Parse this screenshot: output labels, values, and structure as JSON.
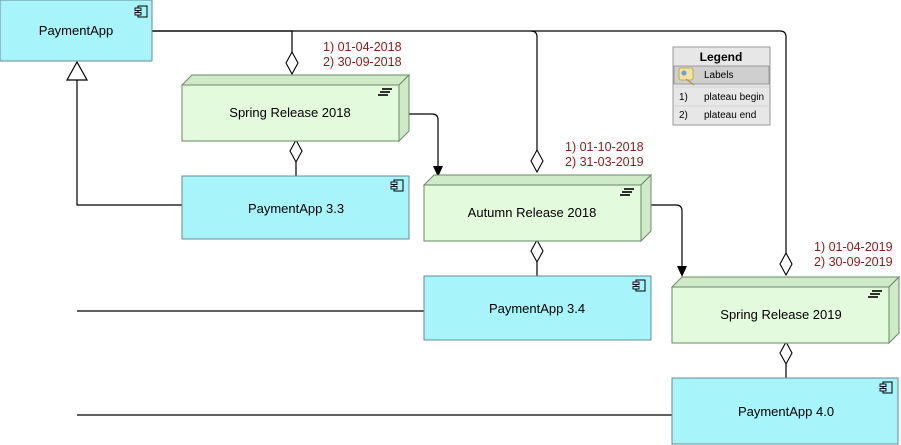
{
  "nodes": {
    "payment_app": "PaymentApp",
    "spring_2018": "Spring Release 2018",
    "payment_app_33": "PaymentApp 3.3",
    "autumn_2018": "Autumn Release 2018",
    "payment_app_34": "PaymentApp 3.4",
    "spring_2019": "Spring Release 2019",
    "payment_app_40": "PaymentApp 4.0"
  },
  "dates": {
    "spring_2018": [
      "1) 01-04-2018",
      "2) 30-09-2018"
    ],
    "autumn_2018": [
      "1) 01-10-2018",
      "2) 31-03-2019"
    ],
    "spring_2019": [
      "1) 01-04-2019",
      "2) 30-09-2019"
    ]
  },
  "legend": {
    "title": "Legend",
    "header": "Labels",
    "rows": [
      {
        "num": "1)",
        "text": "plateau begin"
      },
      {
        "num": "2)",
        "text": "plateau end"
      }
    ]
  },
  "colors": {
    "application": "#a7f4fb",
    "plateau": "#e4fadc",
    "date_text": "#8b1a1a"
  }
}
